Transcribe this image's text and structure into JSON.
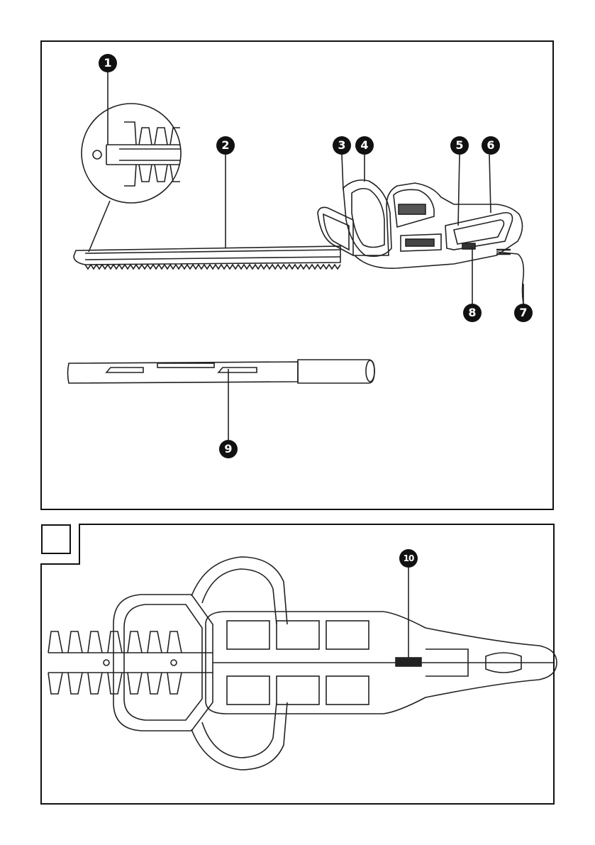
{
  "figures": [
    {
      "id": "fig1",
      "callouts": [
        "1",
        "2",
        "3",
        "4",
        "5",
        "6",
        "7",
        "8",
        "9"
      ]
    },
    {
      "id": "fig2",
      "label": "",
      "callouts": [
        "10"
      ]
    }
  ]
}
